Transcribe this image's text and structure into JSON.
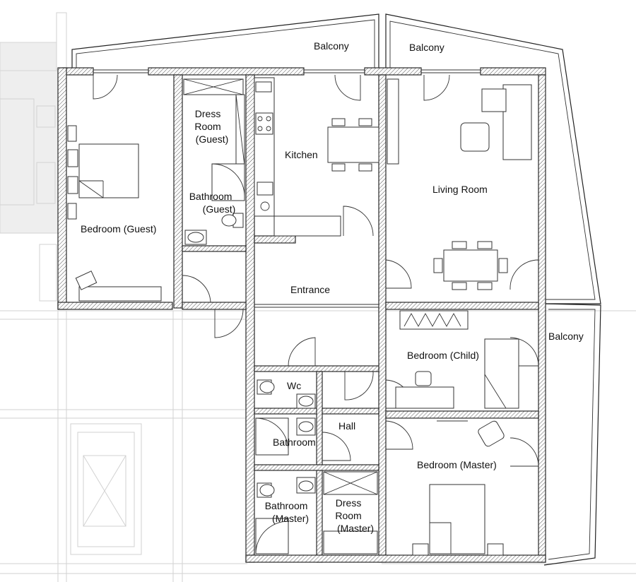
{
  "plan": {
    "labels": {
      "balcony_left": "Balcony",
      "balcony_right": "Balcony",
      "balcony_east": "Balcony",
      "dress_room_guest": [
        "Dress",
        "Room",
        "(Guest)"
      ],
      "kitchen": "Kitchen",
      "living_room": "Living Room",
      "bathroom_guest": [
        "Bathroom",
        "(Guest)"
      ],
      "bedroom_guest": "Bedroom (Guest)",
      "entrance": "Entrance",
      "bedroom_child": "Bedroom (Child)",
      "wc": "Wc",
      "hall": "Hall",
      "bathroom": "Bathroom",
      "bedroom_master": "Bedroom (Master)",
      "bathroom_master": [
        "Bathroom",
        "(Master)"
      ],
      "dress_room_master": [
        "Dress",
        "Room",
        "(Master)"
      ]
    }
  }
}
